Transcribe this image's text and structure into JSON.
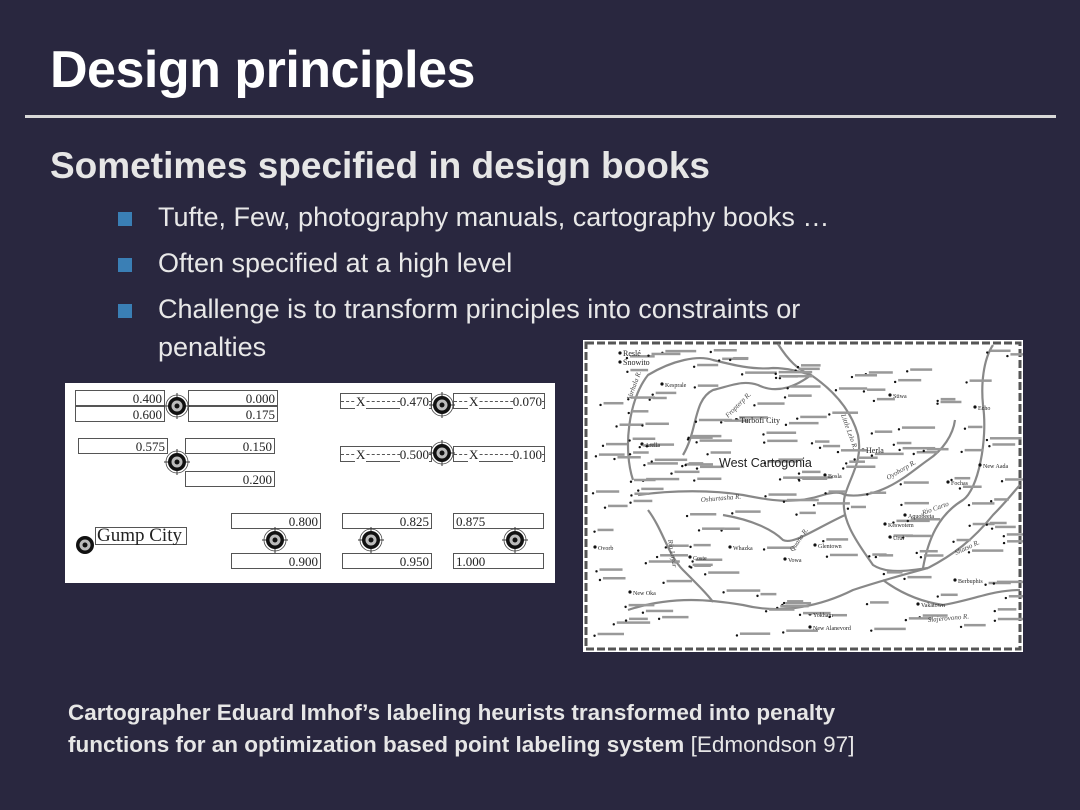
{
  "slide": {
    "title": "Design principles",
    "subtitle": "Sometimes specified in design books",
    "bullets": [
      "Tufte, Few, photography manuals, cartography books …",
      "Often specified at a high level",
      "Challenge is to transform principles into constraints or",
      "penalties"
    ],
    "caption_line1": "Cartographer Eduard Imhof’s labeling heurists transformed into penalty",
    "caption_line2": "functions for an optimization based point labeling system",
    "caption_ref": "[Edmondson 97]",
    "colors": {
      "background": "#29273f",
      "bullet": "#3a7fb5",
      "text": "#e6e6e6"
    }
  },
  "diagram": {
    "g1": [
      "0.400",
      "0.600",
      "0.000",
      "0.175"
    ],
    "g2": [
      "0.575",
      "0.150",
      "0.200"
    ],
    "g3": [
      "0.470",
      "0.070"
    ],
    "g4": [
      "0.500",
      "0.100"
    ],
    "x_mark": "X",
    "city": "Gump City",
    "bottom": [
      "0.800",
      "0.900",
      "0.825",
      "0.950",
      "0.875",
      "1.000"
    ]
  },
  "map": {
    "region": "West Cartogonia",
    "labels": [
      "Reslé",
      "Snowito",
      "Turbofi City",
      "Herla",
      "Kesprale",
      "Stiwa",
      "Echo",
      "Arella",
      "Coste",
      "Vowa",
      "Whazka",
      "Fochas",
      "New Aada",
      "Bosla",
      "Vakatown",
      "Berbuphis",
      "New Alanevord",
      "New Oka",
      "Ovorb",
      "Urul",
      "Keswotem",
      "Aquobeeta",
      "Glentown",
      "Yokham"
    ],
    "rivers": [
      "Little Lelo R.",
      "Fropterp R.",
      "Varhala R.",
      "Oshurtasha R.",
      "Rio Carto",
      "Oyohorp R.",
      "Shatso R.",
      "Rio Loyar",
      "Quano R.",
      "Slajerovono R."
    ]
  }
}
